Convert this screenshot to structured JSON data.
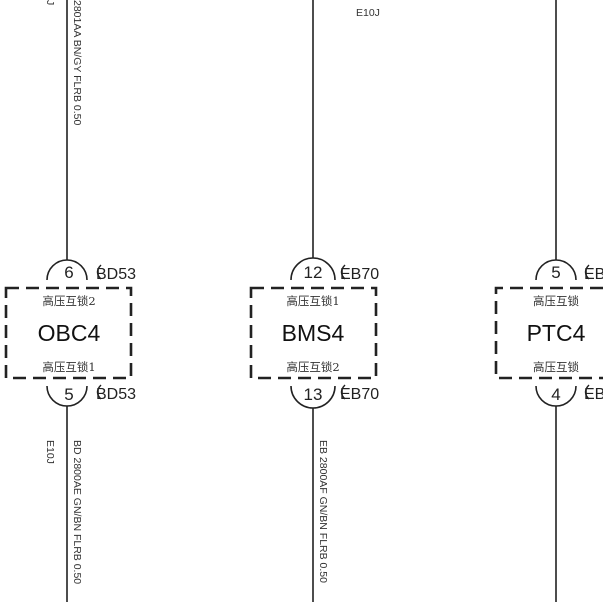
{
  "components": [
    {
      "name": "OBC4",
      "top_pin": "6",
      "top_connector": "BD53",
      "top_signal": "高压互锁2",
      "bottom_pin": "5",
      "bottom_connector": "BD53",
      "bottom_signal": "高压互锁1"
    },
    {
      "name": "BMS4",
      "top_pin": "12",
      "top_connector": "EB70",
      "top_signal": "高压互锁1",
      "bottom_pin": "13",
      "bottom_connector": "EB70",
      "bottom_signal": "高压互锁2"
    },
    {
      "name": "PTC4",
      "top_pin": "5",
      "top_connector": "EB",
      "top_signal": "高压互锁",
      "bottom_pin": "4",
      "bottom_connector": "EB",
      "bottom_signal": "高压互锁"
    }
  ],
  "wires": {
    "obc_top_label": "2801AA BN/GY FLRB 0.50",
    "obc_top_prefix": "J",
    "obc_bottom_label": "BD 2800AE GN/BN FLRB 0.50",
    "obc_bottom_splice": "E10J",
    "bms_top_splice": "E10J",
    "bms_bottom_label": "EB 2800AF GN/BN FLRB 0.50"
  }
}
